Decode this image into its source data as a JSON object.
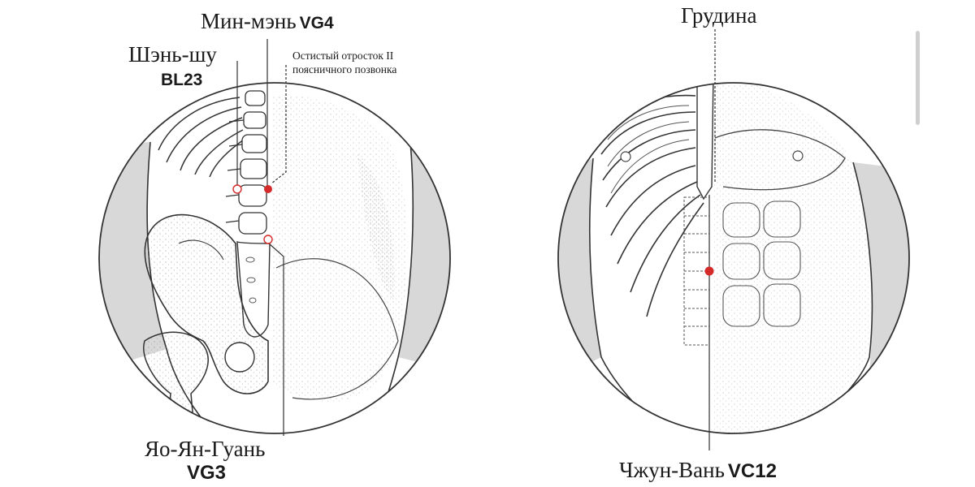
{
  "labels": {
    "min_men": {
      "name": "Мин-мэнь",
      "code": "VG4"
    },
    "shen_shu": {
      "name": "Шэнь-шу",
      "code": "BL23"
    },
    "spinous_note": {
      "line1": "Остистый отросток II",
      "line2": "поясничного позвонка"
    },
    "yao_yang_guan": {
      "name": "Яо-Ян-Гуань",
      "code": "VG3"
    },
    "sternum": {
      "name": "Грудина"
    },
    "zhong_wan": {
      "name": "Чжун-Вань",
      "code": "VC12"
    }
  },
  "icons": {
    "acupoint_active": "filled-red-dot",
    "acupoint_related": "hollow-red-ring"
  },
  "colors": {
    "acupoint": "#d42a2a",
    "line": "#333333",
    "background_shade": "#d8d8d8",
    "text": "#1a1a1a"
  }
}
